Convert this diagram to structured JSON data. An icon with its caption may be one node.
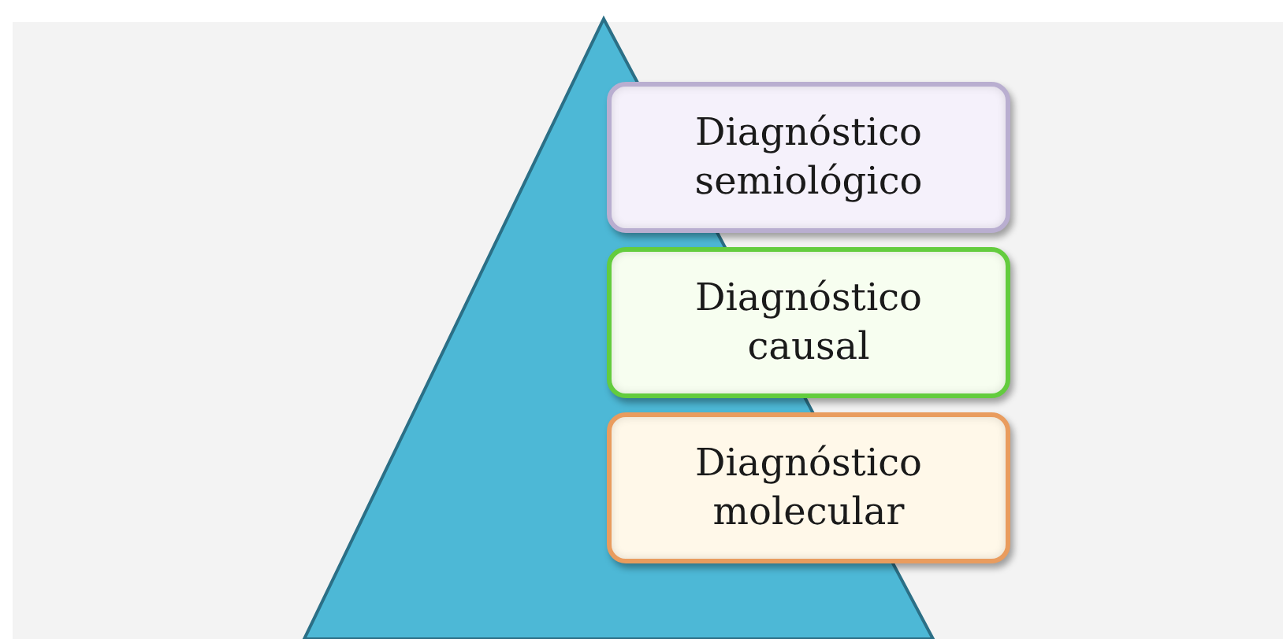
{
  "diagram": {
    "nodes": [
      {
        "text": [
          "Diagnóstico semiológico"
        ]
      },
      {
        "text": [
          "Diagnóstico causal"
        ]
      },
      {
        "text": [
          "Diagnóstico molecular"
        ]
      }
    ]
  }
}
